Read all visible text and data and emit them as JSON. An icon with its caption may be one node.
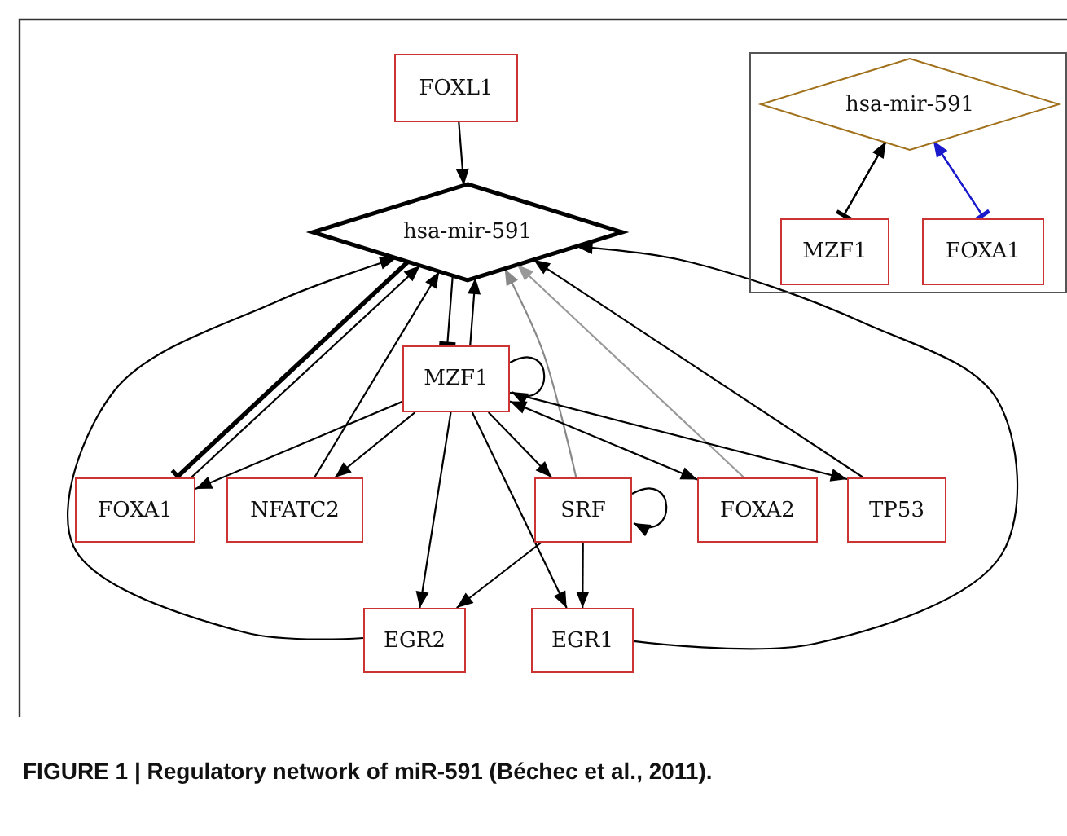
{
  "diagram": {
    "caption": "FIGURE 1 | Regulatory network of miR-591 (Béchec et al., 2011).",
    "nodes": [
      {
        "text": [
          "FOXL1"
        ]
      },
      {
        "text": [
          "hsa-mir-591"
        ]
      },
      {
        "text": [
          "MZF1"
        ]
      },
      {
        "text": [
          "FOXA1"
        ]
      },
      {
        "text": [
          "NFATC2"
        ]
      },
      {
        "text": [
          "SRF"
        ]
      },
      {
        "text": [
          "FOXA2"
        ]
      },
      {
        "text": [
          "TP53"
        ]
      },
      {
        "text": [
          "EGR2"
        ]
      },
      {
        "text": [
          "EGR1"
        ]
      },
      {
        "text": [],
        "shape": "box"
      },
      {
        "text": [
          "hsa-mir-591"
        ],
        "in": 10
      },
      {
        "text": [
          "MZF1"
        ],
        "in": 10
      },
      {
        "text": [
          "FOXA1"
        ],
        "in": 10
      }
    ],
    "edges": [
      {
        "from": 0,
        "to": 1,
        "arrow": "to"
      },
      {
        "from": 1,
        "to": 2,
        "arrow": "other"
      },
      {
        "from": 2,
        "to": 1,
        "arrow": "to"
      },
      {
        "from": 2,
        "to": 2,
        "arrow": "to"
      },
      {
        "from": 1,
        "to": 3,
        "arrow": "other",
        "style": "thick"
      },
      {
        "from": 3,
        "to": 1,
        "arrow": "to"
      },
      {
        "from": 4,
        "to": 1,
        "arrow": "to"
      },
      {
        "from": 5,
        "to": 1,
        "arrow": "to",
        "color": "#888888"
      },
      {
        "from": 6,
        "to": 1,
        "arrow": "to",
        "color": "#999999"
      },
      {
        "from": 7,
        "to": 1,
        "arrow": "to"
      },
      {
        "from": 2,
        "to": 3,
        "arrow": "to"
      },
      {
        "from": 2,
        "to": 4,
        "arrow": "to"
      },
      {
        "from": 2,
        "to": 5,
        "arrow": "to"
      },
      {
        "from": 2,
        "to": 6,
        "arrow": "both"
      },
      {
        "from": 2,
        "to": 7,
        "arrow": "to"
      },
      {
        "from": 2,
        "to": 8,
        "arrow": "to"
      },
      {
        "from": 2,
        "to": 9,
        "arrow": "to"
      },
      {
        "from": 5,
        "to": 5,
        "arrow": "to"
      },
      {
        "from": 5,
        "to": 8,
        "arrow": "to"
      },
      {
        "from": 5,
        "to": 9,
        "arrow": "to"
      },
      {
        "from": 8,
        "to": 1,
        "arrow": "to"
      },
      {
        "from": 9,
        "to": 1,
        "arrow": "to"
      },
      {
        "from": 11,
        "to": 12,
        "arrow": "other"
      },
      {
        "from": 12,
        "to": 11,
        "arrow": "to"
      },
      {
        "from": 11,
        "to": 13,
        "arrow": "other",
        "color": "#1a1acc"
      },
      {
        "from": 13,
        "to": 11,
        "arrow": "to",
        "color": "#1a1acc"
      }
    ]
  }
}
